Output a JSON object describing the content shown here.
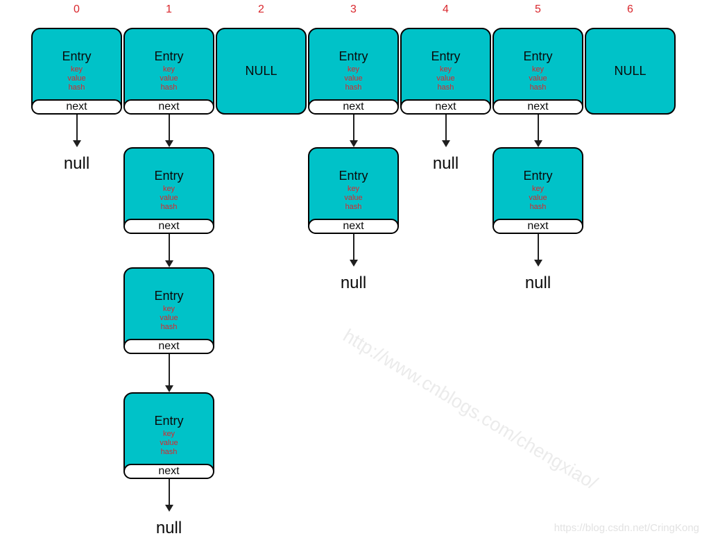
{
  "node_template": {
    "entry_label": "Entry",
    "fields": [
      "key",
      "value",
      "hash"
    ],
    "next_label": "next",
    "null_box_label": "NULL",
    "null_text": "null"
  },
  "buckets": [
    {
      "index": "0",
      "kind": "entry",
      "chain_length": 0,
      "terminates_in_null": true
    },
    {
      "index": "1",
      "kind": "entry",
      "chain_length": 3,
      "terminates_in_null": true
    },
    {
      "index": "2",
      "kind": "null",
      "chain_length": 0,
      "terminates_in_null": false
    },
    {
      "index": "3",
      "kind": "entry",
      "chain_length": 1,
      "terminates_in_null": true
    },
    {
      "index": "4",
      "kind": "entry",
      "chain_length": 0,
      "terminates_in_null": true
    },
    {
      "index": "5",
      "kind": "entry",
      "chain_length": 1,
      "terminates_in_null": true
    },
    {
      "index": "6",
      "kind": "null",
      "chain_length": 0,
      "terminates_in_null": false
    }
  ],
  "watermarks": {
    "diagonal": "http://www.cnblogs.com/chengxiao/",
    "footer": "https://blog.csdn.net/CringKong"
  },
  "colors": {
    "node_fill": "#00c2c8",
    "node_border": "#000000",
    "index_red": "#d9262c",
    "field_red": "#d9262c",
    "watermark_gray": "#ebebeb"
  }
}
